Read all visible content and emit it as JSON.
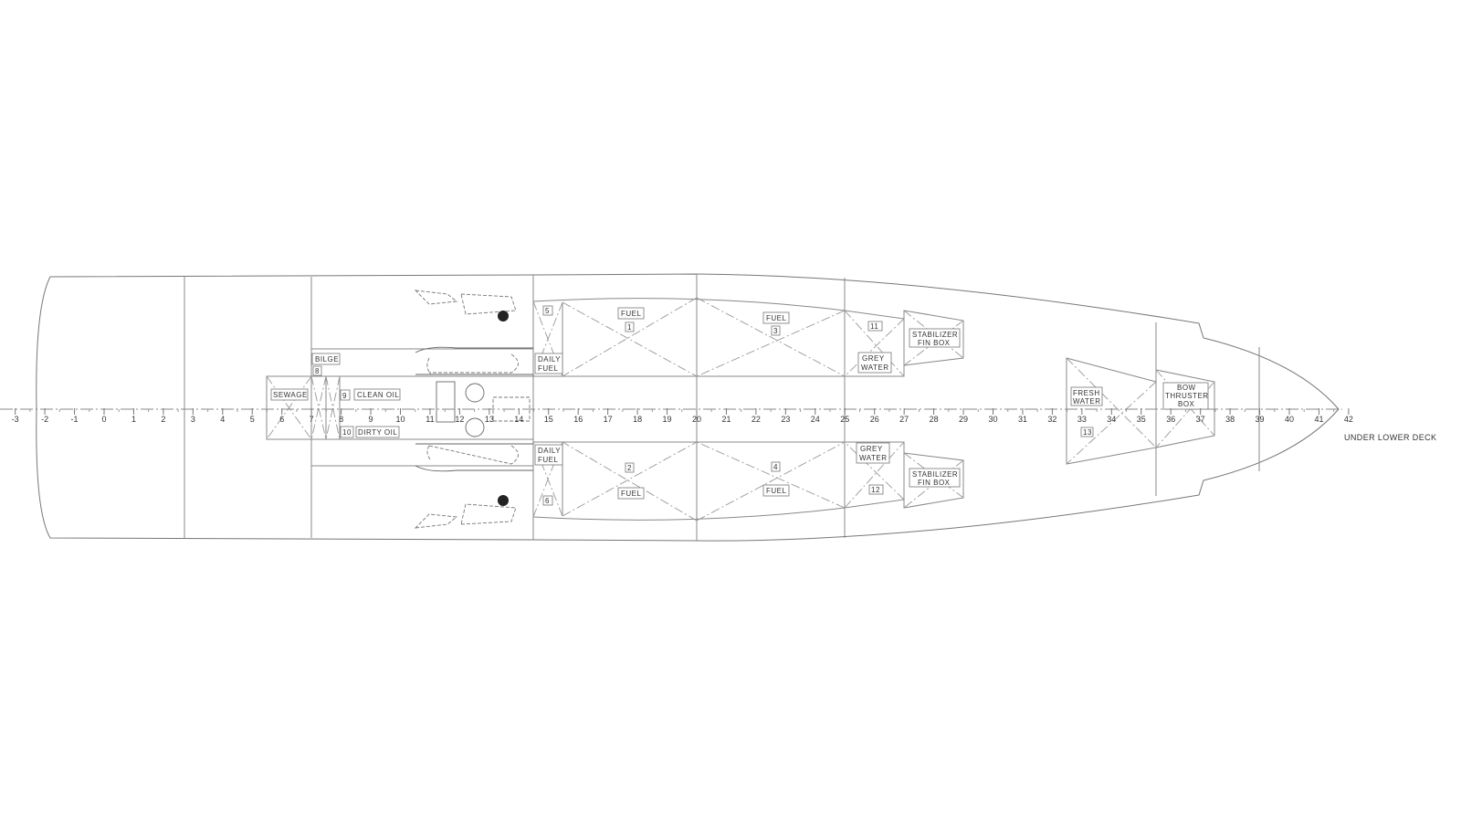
{
  "drawing": {
    "title": "UNDER LOWER DECK",
    "frames": [
      -3,
      -2,
      -1,
      0,
      1,
      2,
      3,
      4,
      5,
      6,
      7,
      8,
      9,
      10,
      11,
      12,
      13,
      14,
      15,
      16,
      17,
      18,
      19,
      20,
      21,
      22,
      23,
      24,
      25,
      26,
      27,
      28,
      29,
      30,
      31,
      32,
      33,
      34,
      35,
      36,
      37,
      38,
      39,
      40,
      41,
      42
    ],
    "tanks": {
      "sewage": "SEWAGE",
      "bilge": "BILGE",
      "bilge_no": "8",
      "clean_oil": "CLEAN OIL",
      "clean_oil_no": "9",
      "dirty_oil": "DIRTY OIL",
      "dirty_oil_no": "10",
      "daily_fuel_ps_1": "DAILY",
      "daily_fuel_ps_2": "FUEL",
      "daily_fuel_ps_no": "5",
      "daily_fuel_sb_1": "DAILY",
      "daily_fuel_sb_2": "FUEL",
      "daily_fuel_sb_no": "6",
      "fuel_1": "FUEL",
      "fuel_1_no": "1",
      "fuel_2": "FUEL",
      "fuel_2_no": "2",
      "fuel_3": "FUEL",
      "fuel_3_no": "3",
      "fuel_4": "FUEL",
      "fuel_4_no": "4",
      "grey_water_ps_1": "GREY",
      "grey_water_ps_2": "WATER",
      "grey_water_ps_no": "11",
      "grey_water_sb_1": "GREY",
      "grey_water_sb_2": "WATER",
      "grey_water_sb_no": "12",
      "stab_ps_1": "STABILIZER",
      "stab_ps_2": "FIN BOX",
      "stab_sb_1": "STABILIZER",
      "stab_sb_2": "FIN BOX",
      "fresh_water_1": "FRESH",
      "fresh_water_2": "WATER",
      "fresh_water_no": "13",
      "bow_thruster_1": "BOW",
      "bow_thruster_2": "THRUSTER",
      "bow_thruster_3": "BOX"
    }
  }
}
